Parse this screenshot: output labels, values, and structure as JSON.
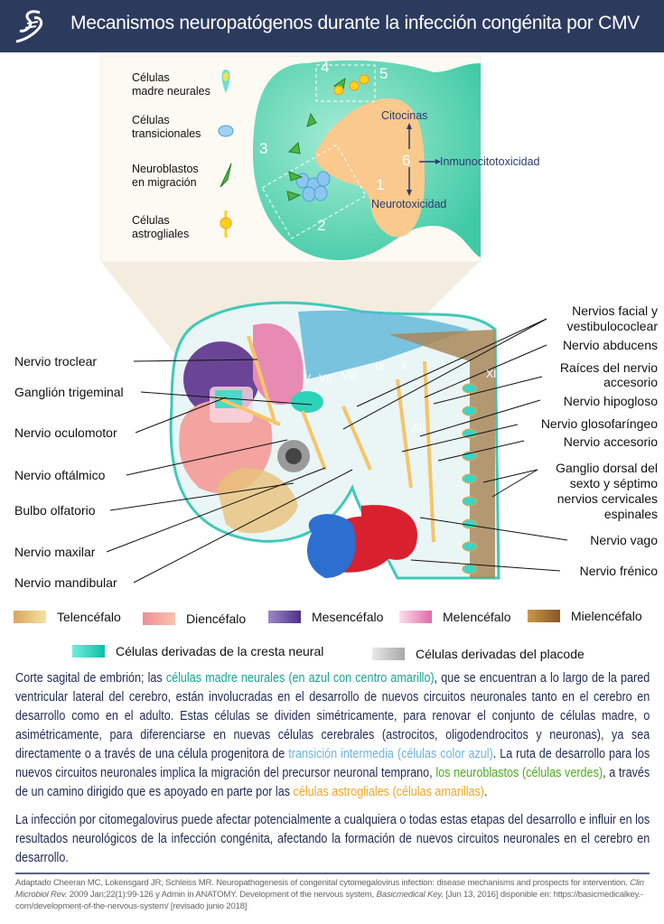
{
  "header": {
    "title": "Mecanismos neuropatógenos durante la infección congénita por CMV"
  },
  "inset": {
    "legend": [
      {
        "label_1": "Células",
        "label_2": "madre neurales",
        "icon": "neural-stem-cell-icon"
      },
      {
        "label_1": "Células",
        "label_2": "transicionales",
        "icon": "transitional-cell-icon"
      },
      {
        "label_1": "Neuroblastos",
        "label_2": "en migración",
        "icon": "neuroblast-icon"
      },
      {
        "label_1": "Células",
        "label_2": "astrogliales",
        "icon": "astroglial-cell-icon"
      }
    ],
    "stages": [
      "1",
      "2",
      "3",
      "4",
      "5",
      "6"
    ],
    "citocinas": "Citocinas",
    "inmuno": "Inmunocitotoxicidad",
    "neurotox": "Neurotoxicidad"
  },
  "embryo": {
    "numerals": [
      "V",
      "VII",
      "VIII",
      "IX",
      "X",
      "XI",
      "XII"
    ],
    "left_labels": [
      "Nervio troclear",
      "Ganglión trigeminal",
      "Nervio oculomotor",
      "Nervio oftálmico",
      "Bulbo olfatorio",
      "Nervio maxilar",
      "Nervio mandibular"
    ],
    "right_labels": {
      "facial_1": "Nervios facial y",
      "facial_2": "vestibulococlear",
      "abducens": "Nervio abducens",
      "raices_1": "Raíces del nervio",
      "raices_2": "accesorio",
      "hipogloso": "Nervio hipogloso",
      "glosofaringeo": "Nervio glosofaríngeo",
      "accesorio": "Nervio accesorio",
      "ganglio_1": "Ganglio dorsal del",
      "ganglio_2": "sexto y séptimo",
      "ganglio_3": "nervios cervicales",
      "ganglio_4": "espinales",
      "vago": "Nervio vago",
      "frenico": "Nervio frénico"
    }
  },
  "legend": [
    {
      "label": "Telencéfalo",
      "color": "#e8c27a"
    },
    {
      "label": "Diencéfalo",
      "color": "#f2a09a"
    },
    {
      "label": "Mesencéfalo",
      "color": "#5e3f95"
    },
    {
      "label": "Melencéfalo",
      "color": "#e47fb2"
    },
    {
      "label": "Mielencéfalo",
      "color": "#8e5a2c"
    },
    {
      "label": "Células derivadas de la cresta neural",
      "color": "#1fc4b0"
    },
    {
      "label": "Células derivadas del placode",
      "color": "#b5b5b5"
    }
  ],
  "body": {
    "p1_a": "Corte sagital de embrión; las ",
    "p1_b": "células madre neurales (en azul con centro amarillo)",
    "p1_c": ", que se encuentran a lo largo de la pared ventricular lateral del cerebro, están involucradas en el desarrollo de nuevos circuitos neuronales tanto en el cerebro en desarrollo como en el adulto. Estas células se dividen simétricamente, para renovar el conjunto de células madre, o asimétricamente, para diferenciarse en nuevas células cerebrales (astrocitos, oligodendrocitos y neuronas), ya sea directamente o a través de una célula progenitora de ",
    "p1_d": "transición intermedia (células color azul)",
    "p1_e": ". La ruta de desarrollo para los nuevos circuitos neuronales implica la migración del precursor neuronal temprano, ",
    "p1_f": "los neuroblastos (células verdes)",
    "p1_g": ", a través de un camino dirigido que es apoyado en parte por las ",
    "p1_h": "células astrogliales (células amarillas)",
    "p1_i": ".",
    "p2": "La infección por citomegalovirus puede afectar potencialmente a cualquiera o todas estas etapas del desarrollo e influir en los resultados neurológicos de la infección congénita, afectando la formación de nuevos circuitos neuronales en el cerebro en desarrollo."
  },
  "citation": {
    "a": "Adaptado Cheeran MC, Lokensgard JR, Schleiss MR. Neuropathogenesis of congenital cytomegalovirus infection: disease mechanisms and prospects for intervention. ",
    "b": "Clin Microbiol Rev.",
    "c": " 2009 Jan;22(1):99-126 y Admin in ANATOMY. Development of the nervous system, ",
    "d": "Basicmedical Key,",
    "e": " [Jun 13, 2016] disponible en: https://basicmedicalkey.-com/development-of-the-nervous-system/ [revisado junio 2018]"
  }
}
